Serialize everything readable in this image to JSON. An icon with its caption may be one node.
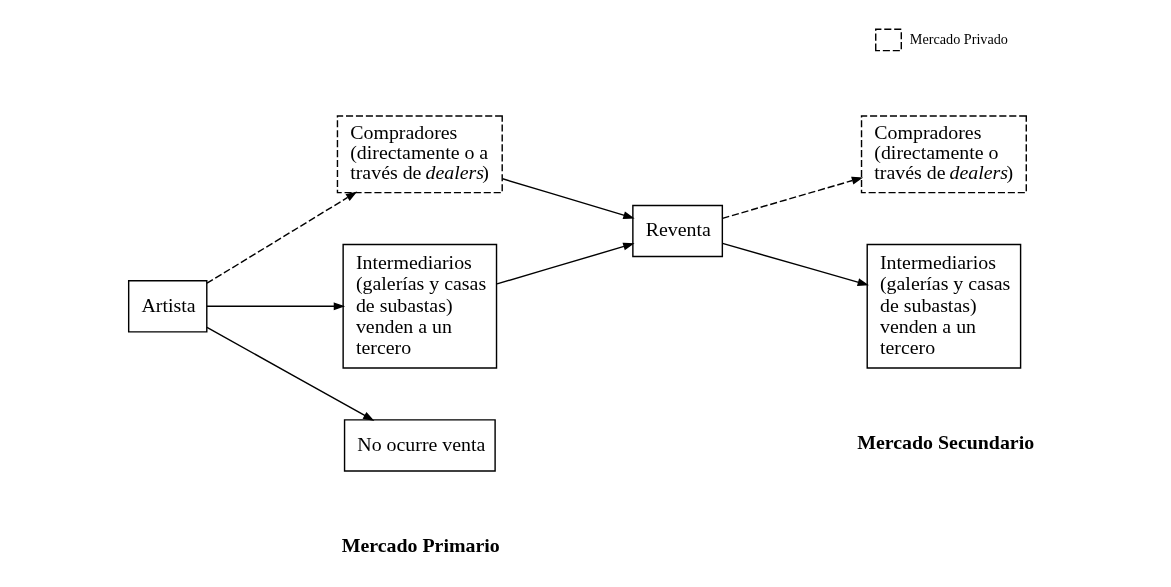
{
  "diagram": {
    "nodes": [
      {
        "text": [
          "Artista"
        ]
      },
      {
        "text": [
          "Compradores (directamente o a través de *dealers*)"
        ]
      },
      {
        "text": [
          "Intermediarios (galerías y casas de subastas) venden a un tercero"
        ]
      },
      {
        "text": [
          "No ocurre venta"
        ]
      },
      {
        "text": [
          "Reventa"
        ]
      },
      {
        "text": [
          "Compradores (directamente o través de *dealers*)"
        ]
      },
      {
        "text": [
          "Intermediarios (galerías y casas de subastas) venden a un tercero"
        ]
      }
    ],
    "edges": [
      {
        "from": 0,
        "to": 1,
        "arrow": "to",
        "style": "dashed"
      },
      {
        "from": 0,
        "to": 2,
        "arrow": "to"
      },
      {
        "from": 0,
        "to": 3,
        "arrow": "to"
      },
      {
        "from": 1,
        "to": 4,
        "arrow": "to"
      },
      {
        "from": 2,
        "to": 4,
        "arrow": "to"
      },
      {
        "from": 4,
        "to": 5,
        "arrow": "to",
        "style": "dashed"
      },
      {
        "from": 4,
        "to": 6,
        "arrow": "to"
      }
    ],
    "labels": [
      "Mercado Primario",
      "Mercado Secundario"
    ],
    "legend": [
      {
        "text": "Mercado Privado"
      }
    ]
  }
}
